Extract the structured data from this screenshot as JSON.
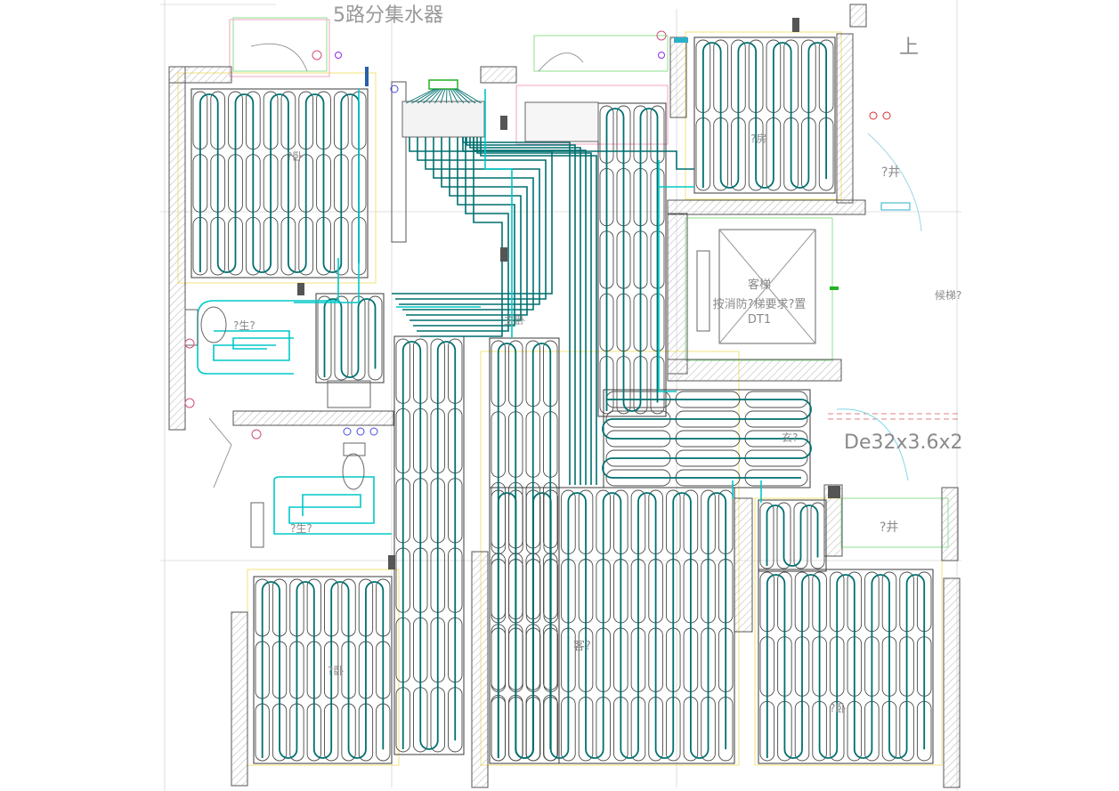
{
  "drawing": {
    "title": "5路分集水器",
    "spec": "De32x3.6x2",
    "corner_mark": "上",
    "elevator": {
      "line1": "客梯",
      "line2": "按消防?梯要求?置",
      "line3": "DT1"
    }
  },
  "room_labels": {
    "bedroom_nw": "?卧",
    "bath_upper": "?生?",
    "bath_lower": "?生?",
    "master_bedroom": "主卧",
    "living": "客?",
    "hall": "玄?",
    "room_ne": "?房",
    "bedroom_sw": "?卧",
    "bedroom_se": "?卧",
    "shaft_upper": "?井",
    "shaft_lower": "?井",
    "waiting": "候梯?"
  },
  "colors": {
    "wall": "#555555",
    "hatch": "#bdbdbd",
    "pipe": "#006f6f",
    "supply": "#00c8c8",
    "loop_outline": "#3a3a3a",
    "grid": "#cfcfcf",
    "yellow_line": "#f2e37a",
    "green_line": "#8ee08e",
    "pink_line": "#f2a3c2",
    "red_dash": "#e08080"
  }
}
